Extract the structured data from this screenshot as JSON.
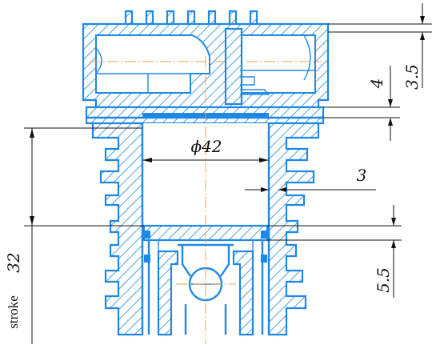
{
  "dimensions": {
    "top_right": "3.5",
    "gap": "4",
    "bore": "ϕ42",
    "wall": "3",
    "ring": "5.5",
    "stroke_word": "stroke",
    "stroke_value": "32"
  },
  "colors": {
    "part": "#1e88e5",
    "dimension": "#111111",
    "centerline": "#f0a050"
  }
}
